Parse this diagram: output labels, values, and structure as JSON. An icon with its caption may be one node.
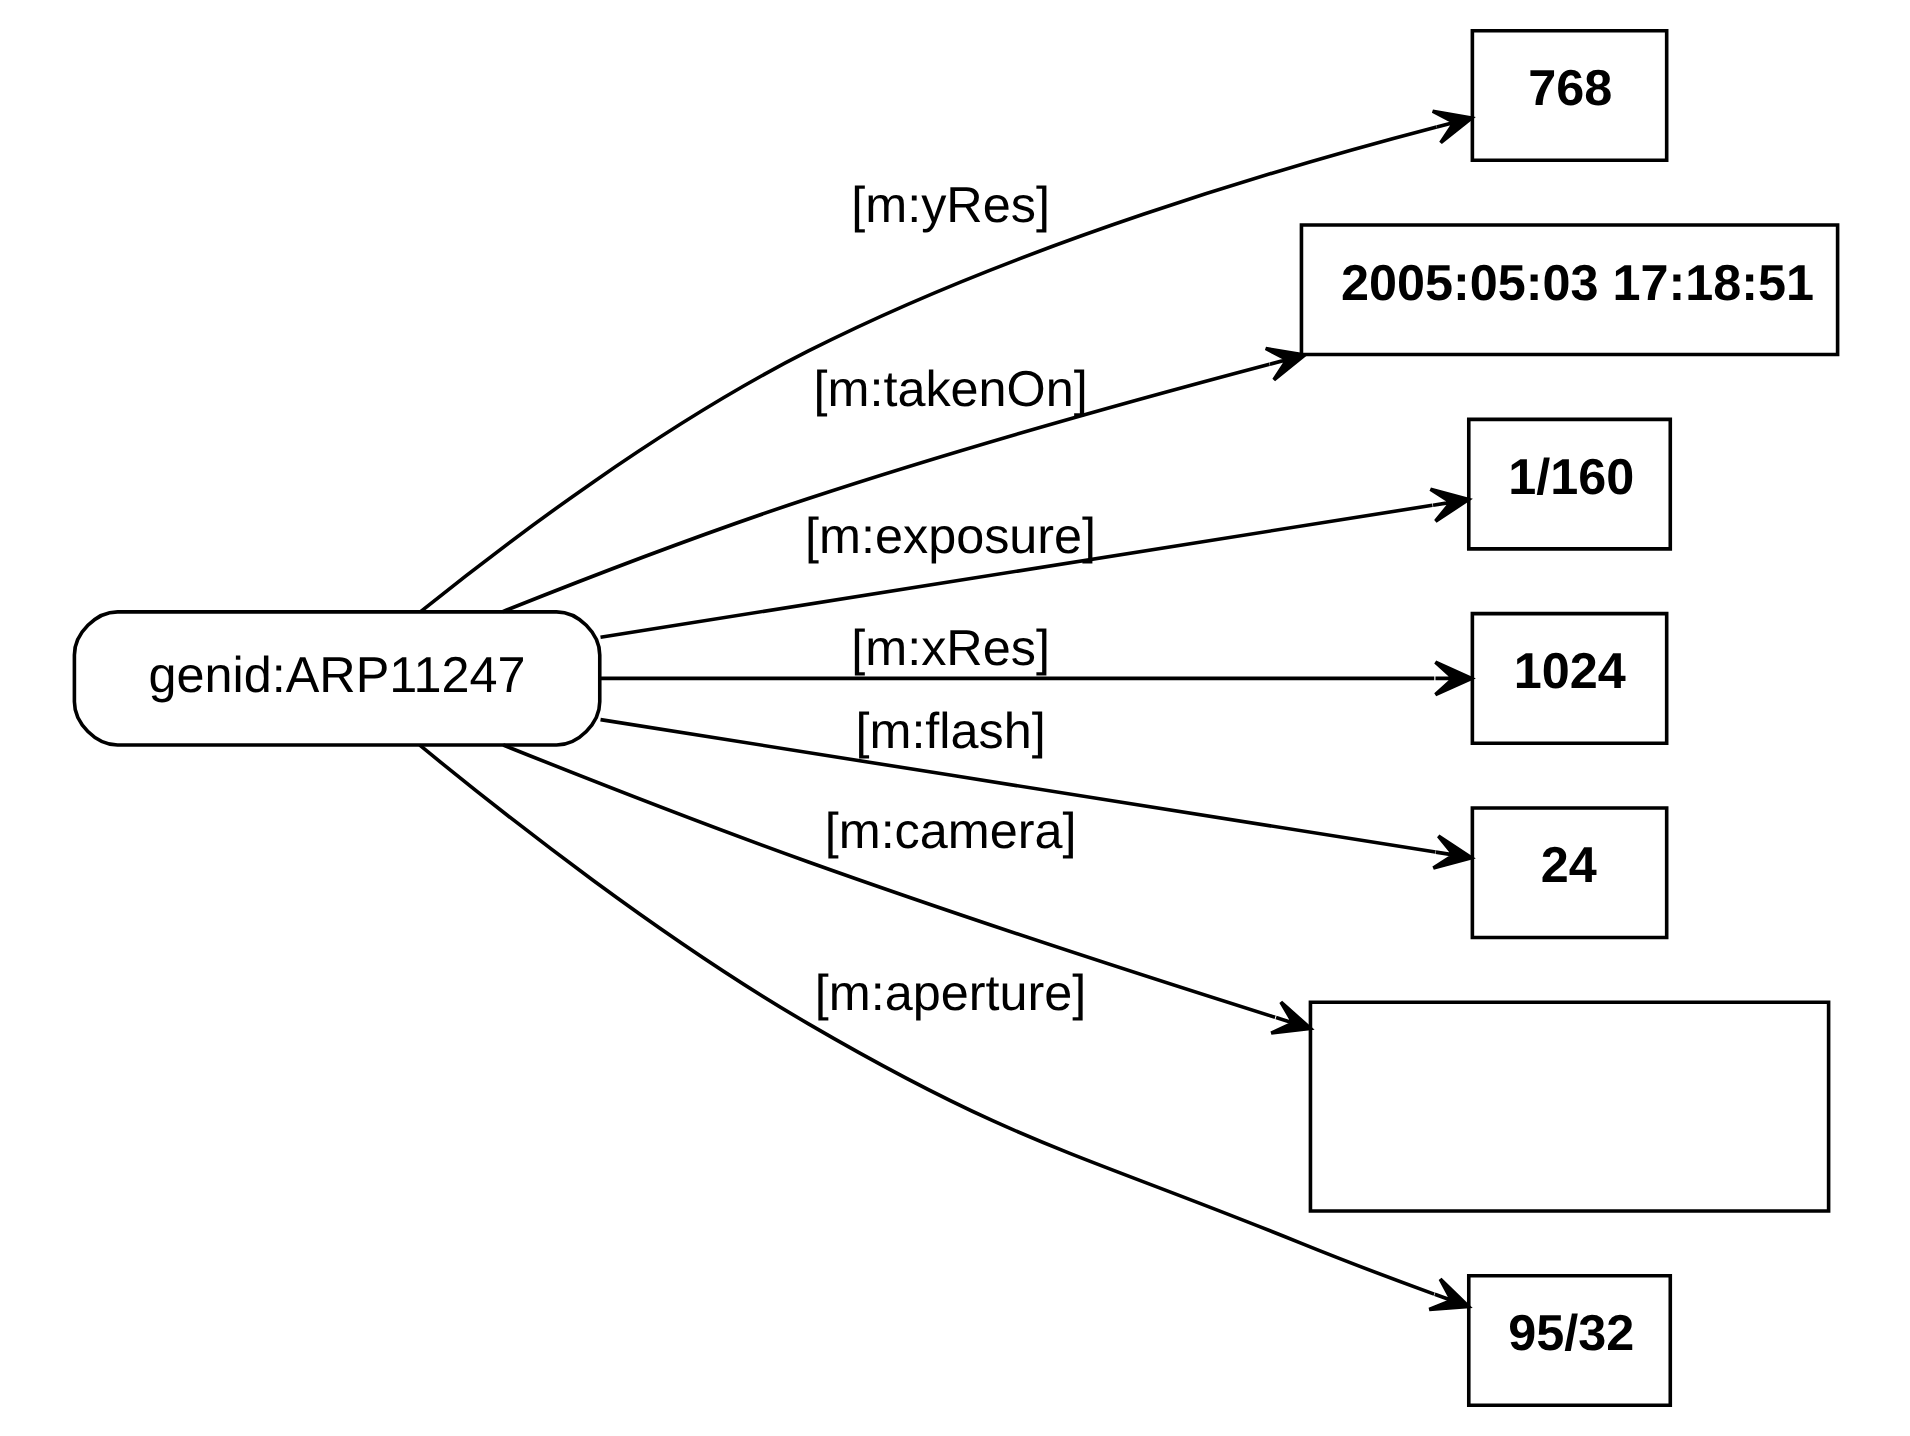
{
  "diagram": {
    "nodes": [
      {
        "text": [
          "genid:ARP11247"
        ]
      },
      {
        "text": [
          "768"
        ]
      },
      {
        "text": [
          "2005:05:03 17:18:51"
        ]
      },
      {
        "text": [
          "1/160"
        ]
      },
      {
        "text": [
          "1024"
        ]
      },
      {
        "text": [
          "24"
        ]
      },
      {
        "text": [],
        "shape": "box"
      },
      {
        "text": [
          "95/32"
        ]
      }
    ],
    "edges": [
      {
        "from": 0,
        "to": 1,
        "arrow": "to",
        "label": "[m:yRes]"
      },
      {
        "from": 0,
        "to": 2,
        "arrow": "to",
        "label": "[m:takenOn]"
      },
      {
        "from": 0,
        "to": 3,
        "arrow": "to",
        "label": "[m:exposure]"
      },
      {
        "from": 0,
        "to": 4,
        "arrow": "to",
        "label": "[m:xRes]"
      },
      {
        "from": 0,
        "to": 5,
        "arrow": "to",
        "label": "[m:flash]"
      },
      {
        "from": 0,
        "to": 6,
        "arrow": "to",
        "label": "[m:camera]"
      },
      {
        "from": 0,
        "to": 7,
        "arrow": "to",
        "label": "[m:aperture]"
      }
    ]
  }
}
